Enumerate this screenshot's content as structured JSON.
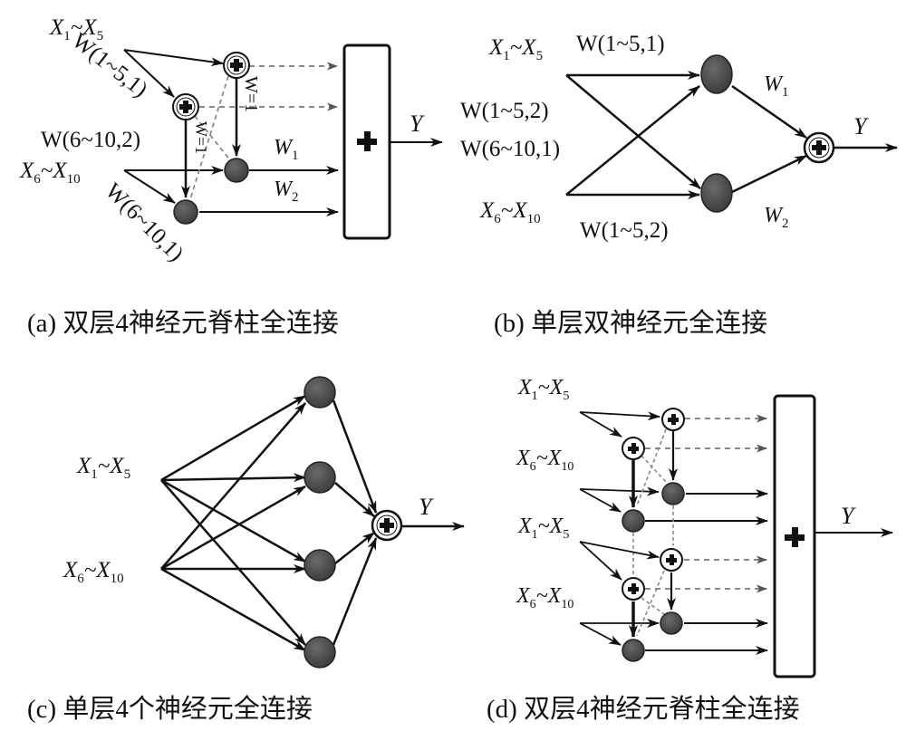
{
  "captions": {
    "a": "(a) 双层4神经元脊柱全连接",
    "b": "(b) 单层双神经元全连接",
    "c": "(c) 单层4个神经元全连接",
    "d": "(d) 双层4神经元脊柱全连接"
  },
  "inputs": {
    "x1_5": {
      "a": "X",
      "s1": "1",
      "t": "~X",
      "s2": "5"
    },
    "x6_10": {
      "a": "X",
      "s1": "6",
      "t": "~X",
      "s2": "10"
    }
  },
  "panel_a": {
    "w1_5_1": "W(1~5,1)",
    "w6_10_2": "W(6~10,2)",
    "w6_10_1": "W(6~10,1)",
    "w_eq_1_a": "W=1",
    "w_eq_1_b": "W=1",
    "w1": {
      "a": "W",
      "s": "1"
    },
    "w2": {
      "a": "W",
      "s": "2"
    },
    "y": "Y"
  },
  "panel_b": {
    "w1_5_1": "W(1~5,1)",
    "w1_5_2": "W(1~5,2)",
    "w6_10_1": "W(6~10,1)",
    "w1_5_2_bottom": "W(1~5,2)",
    "w1": {
      "a": "W",
      "s": "1"
    },
    "w2": {
      "a": "W",
      "s": "2"
    },
    "y": "Y"
  },
  "panel_c": {
    "y": "Y"
  },
  "panel_d": {
    "y": "Y"
  },
  "colors": {
    "node": "#4d4d4d",
    "stroke": "#111111",
    "dashed": "#8a8a8a"
  }
}
